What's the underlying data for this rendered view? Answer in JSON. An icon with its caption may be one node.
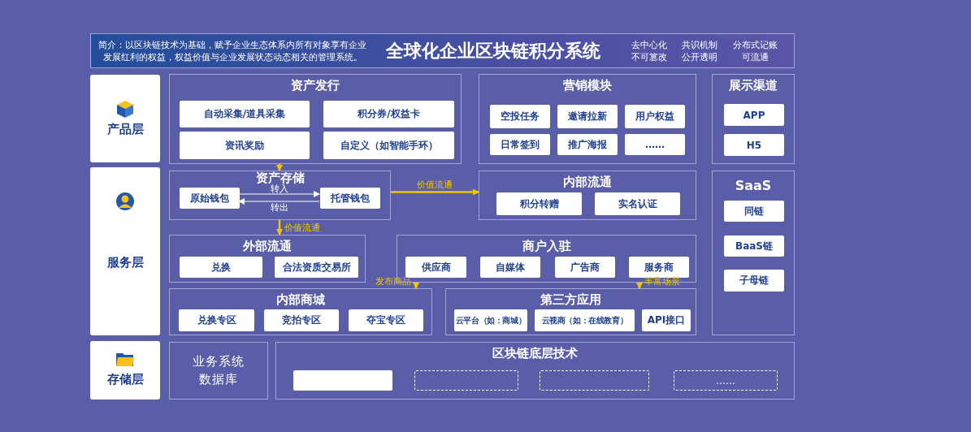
{
  "diagram": {
    "title": "全球化企业区块链积分系统",
    "nodes": [
      {
        "text": [
          "简介：以区块链技术为基础，赋予企业生态体系内所有对象享有企业发展红利的权益，权益价值与企业发展状态动态相关的管理系统。",
          "去中心化不可篡改",
          "共识机制公开透明",
          "分布式记账可流通"
        ]
      },
      {
        "text": [
          "产品层"
        ]
      },
      {
        "text": [
          "服务层"
        ]
      },
      {
        "text": [
          "存储层"
        ]
      },
      {
        "text": [
          "资产发行"
        ]
      },
      {
        "text": [
          "自动采集/道具采集"
        ],
        "in": 4
      },
      {
        "text": [
          "积分券/权益卡"
        ],
        "in": 4
      },
      {
        "text": [
          "资讯奖励"
        ],
        "in": 4
      },
      {
        "text": [
          "自定义（如智能手环）"
        ],
        "in": 4
      },
      {
        "text": [
          "营销模块"
        ]
      },
      {
        "text": [
          "空投任务"
        ],
        "in": 9
      },
      {
        "text": [
          "邀请拉新"
        ],
        "in": 9
      },
      {
        "text": [
          "用户权益"
        ],
        "in": 9
      },
      {
        "text": [
          "日常签到"
        ],
        "in": 9
      },
      {
        "text": [
          "推广海报"
        ],
        "in": 9
      },
      {
        "text": [
          "……"
        ],
        "in": 9
      },
      {
        "text": [
          "展示渠道"
        ]
      },
      {
        "text": [
          "APP"
        ],
        "in": 16
      },
      {
        "text": [
          "H5"
        ],
        "in": 16
      },
      {
        "text": [
          "资产存储"
        ]
      },
      {
        "text": [
          "原始钱包"
        ],
        "in": 19
      },
      {
        "text": [
          "托管钱包"
        ],
        "in": 19
      },
      {
        "text": [
          "内部流通"
        ]
      },
      {
        "text": [
          "积分转赠"
        ],
        "in": 22
      },
      {
        "text": [
          "实名认证"
        ],
        "in": 22
      },
      {
        "text": [
          "SaaS"
        ]
      },
      {
        "text": [
          "同链"
        ],
        "in": 25
      },
      {
        "text": [
          "BaaS链"
        ],
        "in": 25
      },
      {
        "text": [
          "子母链"
        ],
        "in": 25
      },
      {
        "text": [
          "外部流通"
        ]
      },
      {
        "text": [
          "兑换"
        ],
        "in": 29
      },
      {
        "text": [
          "合法资质交易所"
        ],
        "in": 29
      },
      {
        "text": [
          "商户入驻"
        ]
      },
      {
        "text": [
          "供应商"
        ],
        "in": 32
      },
      {
        "text": [
          "自媒体"
        ],
        "in": 32
      },
      {
        "text": [
          "广告商"
        ],
        "in": 32
      },
      {
        "text": [
          "服务商"
        ],
        "in": 32
      },
      {
        "text": [
          "内部商城"
        ]
      },
      {
        "text": [
          "兑换专区"
        ],
        "in": 37
      },
      {
        "text": [
          "竞拍专区"
        ],
        "in": 37
      },
      {
        "text": [
          "夺宝专区"
        ],
        "in": 37
      },
      {
        "text": [
          "第三方应用"
        ]
      },
      {
        "text": [
          "云平台（如：商城）"
        ],
        "in": 41
      },
      {
        "text": [
          "云视商（如：在线教育）"
        ],
        "in": 41
      },
      {
        "text": [
          "API接口"
        ],
        "in": 41
      },
      {
        "text": [
          "业务系统数据库"
        ]
      },
      {
        "text": [
          "区块链底层技术"
        ]
      },
      {
        "text": [],
        "shape": "box",
        "in": 46
      },
      {
        "text": [],
        "shape": "box",
        "in": 46
      },
      {
        "text": [],
        "shape": "box",
        "in": 46
      },
      {
        "text": [
          "……"
        ],
        "in": 46
      }
    ],
    "edges": [
      {
        "from": 4,
        "to": 19,
        "arrow": "to"
      },
      {
        "from": 20,
        "to": 21,
        "arrow": "to",
        "label": "转入",
        "color": "#ffffff"
      },
      {
        "from": 21,
        "to": 20,
        "arrow": "to",
        "label": "转出",
        "color": "#ffffff"
      },
      {
        "from": 19,
        "to": 29,
        "arrow": "to",
        "label": "价值流通"
      },
      {
        "from": 19,
        "to": 22,
        "arrow": "to",
        "label": "价值流通"
      },
      {
        "from": 32,
        "to": 37,
        "arrow": "to",
        "label": "发布商品"
      },
      {
        "from": 32,
        "to": 41,
        "arrow": "to",
        "label": "丰富场景"
      }
    ]
  }
}
